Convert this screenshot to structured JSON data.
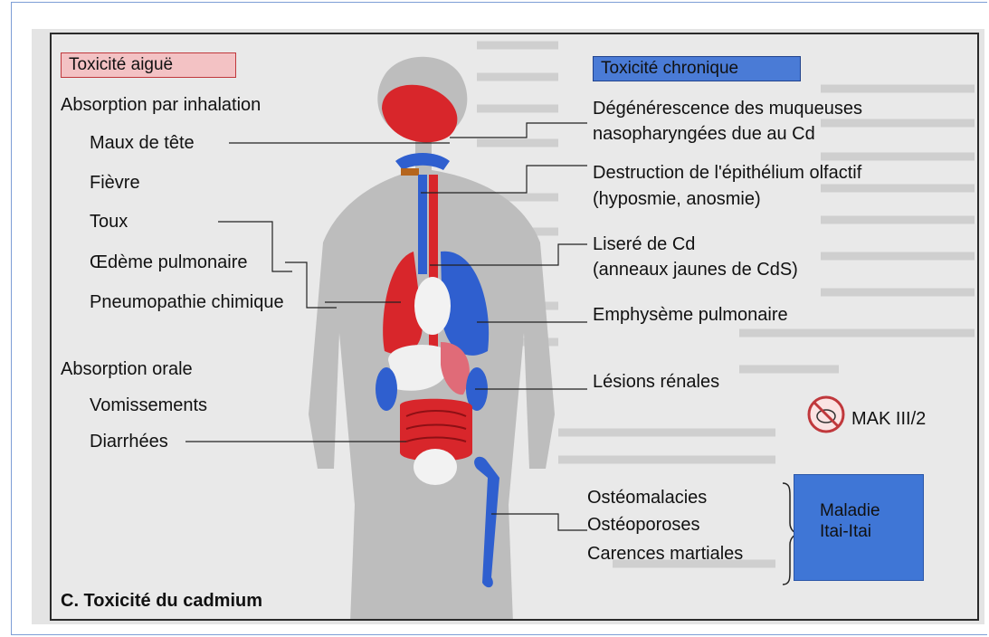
{
  "diagram": {
    "acute_title": "Toxicité aiguë",
    "chronic_title": "Toxicité chronique",
    "caption": "C. Toxicité du cadmium",
    "acute": {
      "inhalation_heading": "Absorption par inhalation",
      "inhalation_items": [
        "Maux de tête",
        "Fièvre",
        "Toux",
        "Œdème pulmonaire",
        "Pneumopathie chimique"
      ],
      "oral_heading": "Absorption orale",
      "oral_items": [
        "Vomissements",
        "Diarrhées"
      ]
    },
    "chronic": {
      "items": [
        {
          "line1": "Dégénérescence des muqueuses",
          "line2": "nasopharyngées due au Cd"
        },
        {
          "line1": "Destruction de l'épithélium olfactif",
          "line2": "(hyposmie, anosmie)"
        },
        {
          "line1": "Liseré de Cd",
          "line2": "(anneaux jaunes de CdS)"
        },
        {
          "line1": "Emphysème pulmonaire"
        },
        {
          "line1": "Lésions rénales"
        }
      ],
      "bone_items": [
        "Ostéomalacies",
        "Ostéoporoses",
        "Carences martiales"
      ],
      "itai_label": "Maladie\nItai-Itai",
      "mak_label": "MAK III/2"
    }
  },
  "colors": {
    "acute_red": "#d8262b",
    "chronic_blue": "#2f5fcf",
    "pale_pink": "#f3c2c4",
    "silhouette": "#bdbdbd"
  }
}
